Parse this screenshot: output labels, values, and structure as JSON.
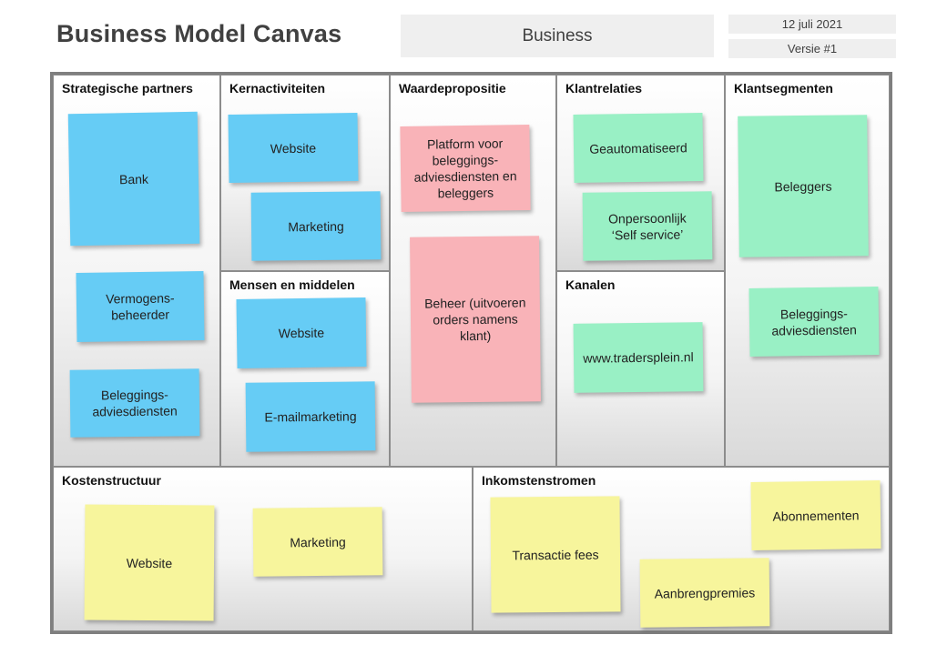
{
  "header": {
    "title": "Business Model Canvas",
    "business_label": "Business",
    "date": "12 juli 2021",
    "version": "Versie #1"
  },
  "colors": {
    "partner_activity_resource_notes": "#66ccf5",
    "value_proposition_notes": "#f9b3b8",
    "relation_channel_segment_notes": "#99f0c5",
    "cost_revenue_notes": "#f7f59c"
  },
  "sections": {
    "strategische_partners": {
      "title": "Strategische partners",
      "notes": [
        "Bank",
        "Vermogens-\nbeheerder",
        "Beleggings-\nadviesdiensten"
      ]
    },
    "kernactiviteiten": {
      "title": "Kernactiviteiten",
      "notes": [
        "Website",
        "Marketing"
      ]
    },
    "mensen_en_middelen": {
      "title": "Mensen en middelen",
      "notes": [
        "Website",
        "E-mailmarketing"
      ]
    },
    "waardepropositie": {
      "title": "Waardepropositie",
      "notes": [
        "Platform voor\nbeleggings-\nadviesdiensten en\nbeleggers",
        "Beheer (uitvoeren\norders namens\nklant)"
      ]
    },
    "klantrelaties": {
      "title": "Klantrelaties",
      "notes": [
        "Geautomatiseerd",
        "Onpersoonlijk\n‘Self service’"
      ]
    },
    "kanalen": {
      "title": "Kanalen",
      "notes": [
        "www.tradersplein.nl"
      ]
    },
    "klantsegmenten": {
      "title": "Klantsegmenten",
      "notes": [
        "Beleggers",
        "Beleggings-\nadviesdiensten"
      ]
    },
    "kostenstructuur": {
      "title": "Kostenstructuur",
      "notes": [
        "Website",
        "Marketing"
      ]
    },
    "inkomstenstromen": {
      "title": "Inkomstenstromen",
      "notes": [
        "Transactie fees",
        "Abonnementen",
        "Aanbrengpremies"
      ]
    }
  }
}
